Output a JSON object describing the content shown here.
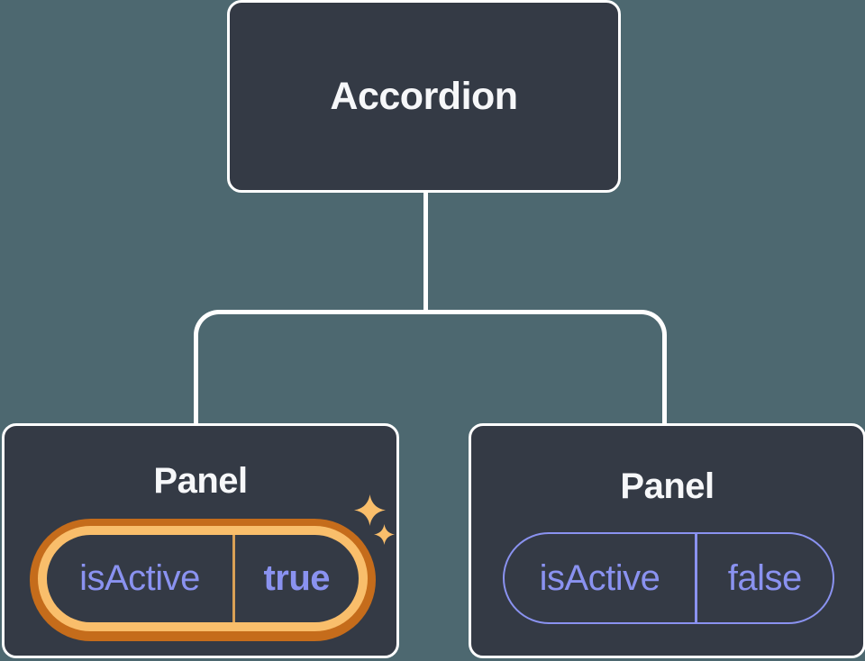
{
  "palette": {
    "background": "#4D6870",
    "node_bg": "#343A45",
    "node_border": "#FFFFFF",
    "title_text": "#F6F7F9",
    "purple": "#8A92F0",
    "orange_dark": "#C56C1B",
    "orange_light": "#F9BE6B",
    "divider_orange": "#D9A055",
    "connector": "#FFFFFF"
  },
  "diagram": {
    "root": {
      "label": "Accordion"
    },
    "panels": [
      {
        "label": "Panel",
        "prop_name": "isActive",
        "prop_value": "true",
        "highlighted": true
      },
      {
        "label": "Panel",
        "prop_name": "isActive",
        "prop_value": "false",
        "highlighted": false
      }
    ],
    "icons": [
      {
        "name": "sparkle-icon-large",
        "glyph": "four-point-star"
      },
      {
        "name": "sparkle-icon-small",
        "glyph": "four-point-star"
      }
    ]
  }
}
